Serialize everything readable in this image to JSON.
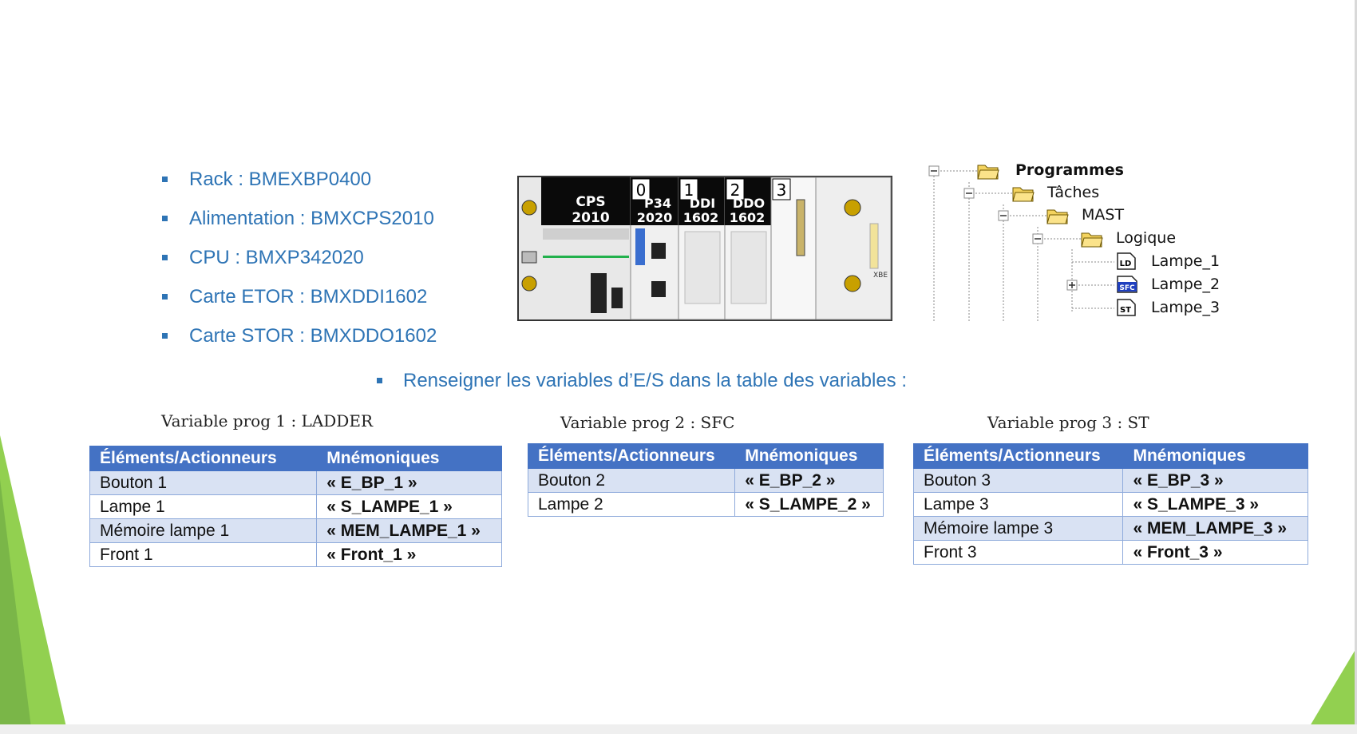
{
  "hardware_list": [
    "Rack : BMEXBP0400",
    "Alimentation : BMXCPS2010",
    "CPU : BMXP342020",
    "Carte ETOR : BMXDDI1602",
    "Carte STOR : BMXDDO1602"
  ],
  "instruction": "Renseigner les variables d’E/S dans la table des variables :",
  "rack": {
    "slots": [
      "0",
      "1",
      "2",
      "3"
    ],
    "modules": [
      {
        "line1": "CPS",
        "line2": "2010"
      },
      {
        "line1": "P34",
        "line2": "2020"
      },
      {
        "line1": "DDI",
        "line2": "1602"
      },
      {
        "line1": "DDO",
        "line2": "1602"
      }
    ],
    "small_label": "XBE"
  },
  "tree": {
    "root": "Programmes",
    "taches": "Tâches",
    "mast": "MAST",
    "logique": "Logique",
    "items": [
      {
        "icon": "LD",
        "label": "Lampe_1"
      },
      {
        "icon": "SFC",
        "label": "Lampe_2"
      },
      {
        "icon": "ST",
        "label": "Lampe_3"
      }
    ]
  },
  "tables": [
    {
      "caption": "Variable prog 1 :  LADDER",
      "headers": [
        "Éléments/Actionneurs",
        "Mnémoniques"
      ],
      "rows": [
        [
          "Bouton 1",
          "« E_BP_1 »"
        ],
        [
          "Lampe 1",
          "« S_LAMPE_1 »"
        ],
        [
          "Mémoire lampe 1",
          "« MEM_LAMPE_1 »"
        ],
        [
          "Front 1",
          "« Front_1 »"
        ]
      ]
    },
    {
      "caption": "Variable prog 2 : SFC",
      "headers": [
        "Éléments/Actionneurs",
        "Mnémoniques"
      ],
      "rows": [
        [
          "Bouton 2",
          "« E_BP_2 »"
        ],
        [
          "Lampe 2",
          "« S_LAMPE_2 »"
        ]
      ]
    },
    {
      "caption": "Variable prog 3 : ST",
      "headers": [
        "Éléments/Actionneurs",
        "Mnémoniques"
      ],
      "rows": [
        [
          "Bouton 3",
          "« E_BP_3 »"
        ],
        [
          "Lampe 3",
          "« S_LAMPE_3 »"
        ],
        [
          "Mémoire lampe 3",
          "« MEM_LAMPE_3 »"
        ],
        [
          "Front 3",
          "« Front_3 »"
        ]
      ]
    }
  ],
  "colors": {
    "accent_blue": "#2e74b5",
    "table_header": "#4472c4",
    "table_band": "#d9e2f3",
    "deco_green": "#92d050"
  }
}
